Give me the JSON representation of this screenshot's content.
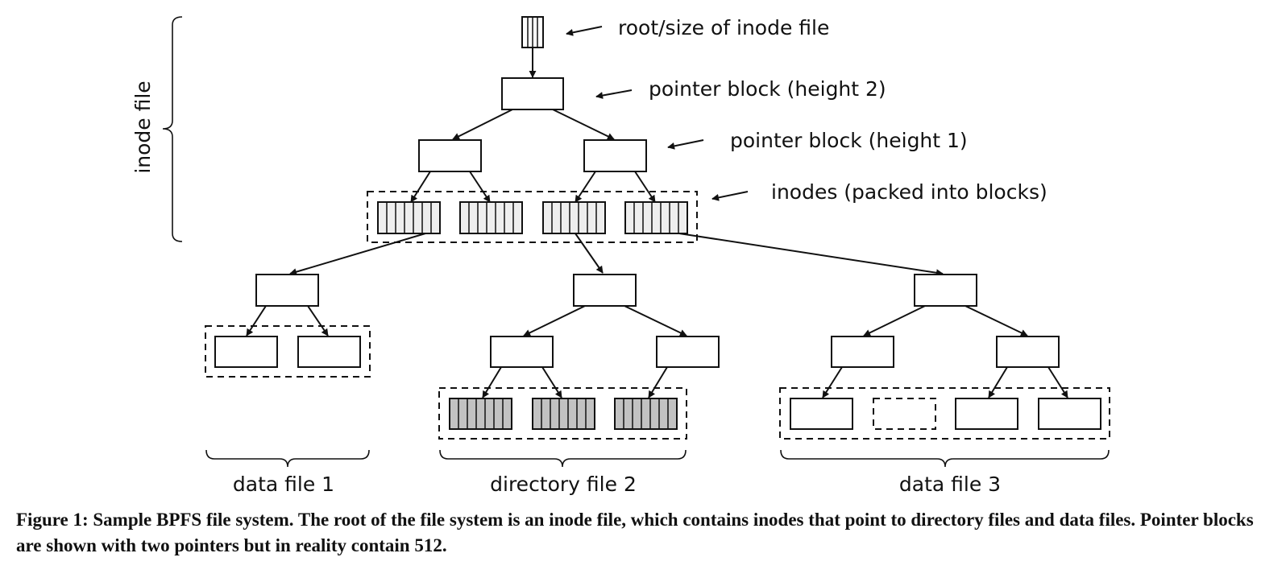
{
  "labels": {
    "root": "root/size of inode file",
    "pointer_h2": "pointer block (height 2)",
    "pointer_h1": "pointer block (height 1)",
    "inodes": "inodes (packed into blocks)",
    "inode_file": "inode file",
    "data_file_1": "data file 1",
    "directory_file_2": "directory file 2",
    "data_file_3": "data file 3"
  },
  "caption": "Figure 1: Sample BPFS file system. The root of the file system is an inode file, which contains inodes that point to directory files and data files. Pointer blocks are shown with two pointers but in reality contain 512."
}
